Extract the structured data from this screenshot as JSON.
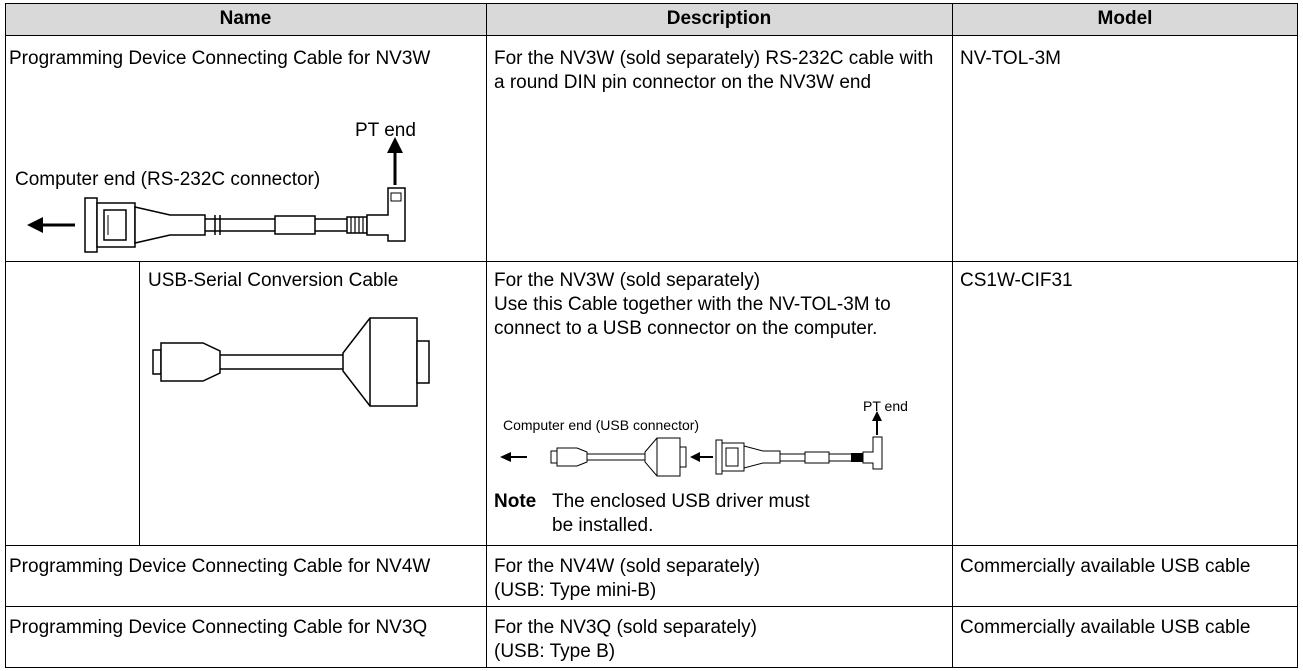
{
  "header": {
    "name": "Name",
    "description": "Description",
    "model": "Model"
  },
  "rows": [
    {
      "name": "Programming Device Connecting Cable for NV3W",
      "description": "For the NV3W (sold separately) RS-232C cable with a round DIN pin connector on the NV3W end",
      "model": "NV-TOL-3M",
      "diagram": {
        "pt_label": "PT end",
        "computer_label": "Computer end (RS-232C connector)"
      }
    },
    {
      "name": "USB-Serial Conversion Cable",
      "description": "For the NV3W (sold separately)\nUse this Cable together with the NV-TOL-3M to connect to a USB connector on the computer.",
      "model": "CS1W-CIF31",
      "diagram": {
        "pt_label": "PT end",
        "computer_label": "Computer end (USB connector)"
      },
      "note_label": "Note",
      "note_text": "The enclosed USB driver must be installed."
    },
    {
      "name": "Programming Device Connecting Cable for NV4W",
      "description": "For the NV4W (sold separately)\n(USB: Type mini-B)",
      "model": "Commercially available USB cable"
    },
    {
      "name": "Programming Device Connecting Cable for NV3Q",
      "description": "For the NV3Q (sold separately)\n(USB: Type B)",
      "model": "Commercially available USB cable"
    }
  ]
}
